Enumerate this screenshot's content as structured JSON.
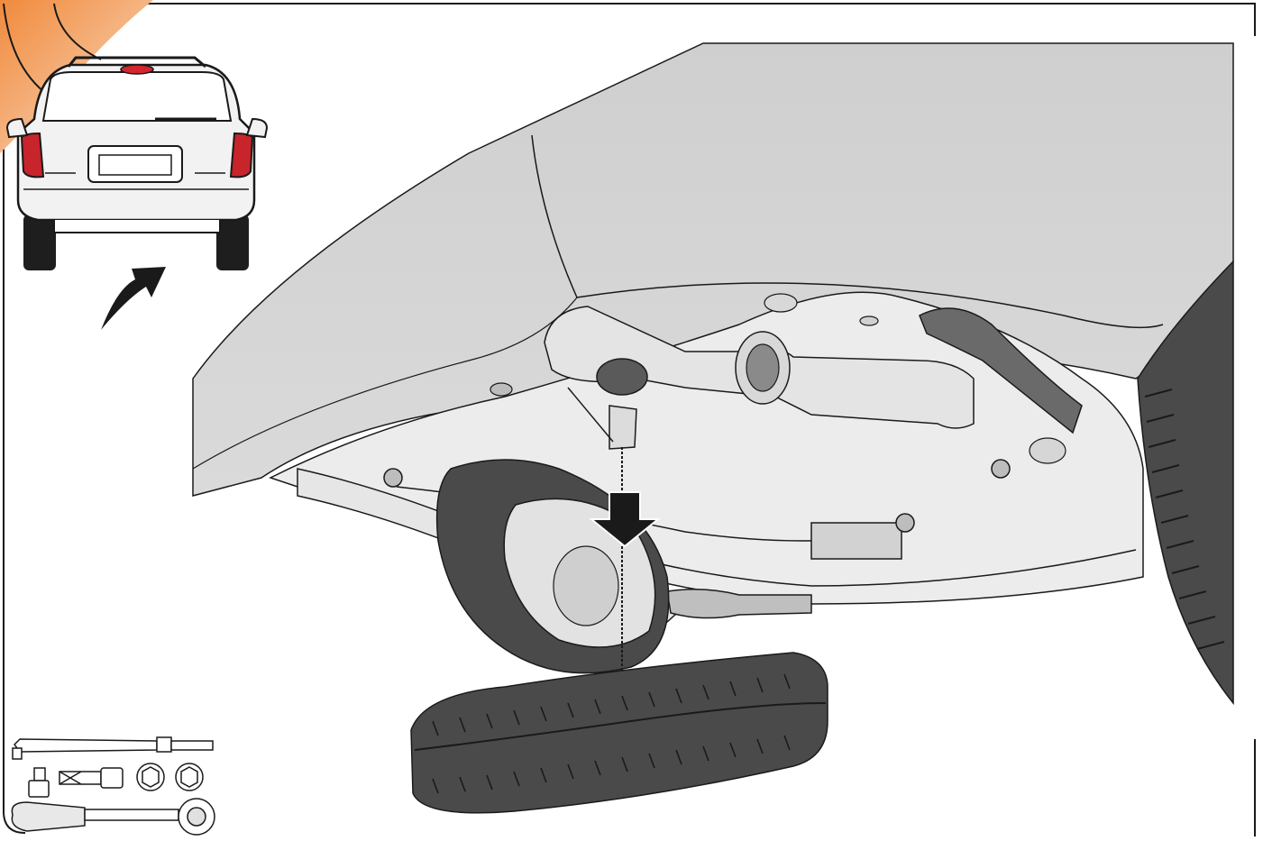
{
  "illustration": {
    "subject": "spare-tire-lowering-procedure",
    "views": [
      "vehicle-rear-view-inset",
      "underbody-spare-tire",
      "jack-tool-kit"
    ],
    "colors": {
      "body_gray": "#d4d4d4",
      "body_light": "#e8e8e8",
      "tire_dark": "#4a4a4a",
      "tire_tread": "#2c2c2c",
      "outline": "#1a1a1a",
      "tail_light_red": "#c8242b",
      "brake_light_red": "#d22630",
      "corner_accent_start": "#f08a3c",
      "corner_accent_end": "#ffffff",
      "arrow": "#1a1a1a"
    },
    "icons": [
      "curved-arrow-up-icon",
      "down-arrow-icon"
    ]
  }
}
